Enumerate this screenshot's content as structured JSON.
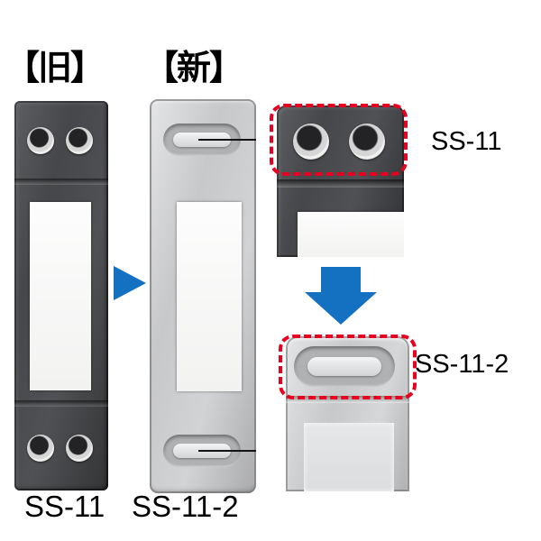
{
  "header": {
    "old_label": "【旧】",
    "new_label": "【新】"
  },
  "parts": {
    "old": {
      "name": "SS-11",
      "hole_type": "two round screw holes"
    },
    "new": {
      "name": "SS-11-2",
      "hole_type": "oval slotted hole"
    }
  },
  "callouts": {
    "old": "SS-11",
    "new": "SS-11-2"
  },
  "bottom_labels": {
    "old": "SS-11",
    "new": "SS-11-2"
  },
  "icons": {
    "right_arrow": "right-arrow",
    "down_arrow": "down-arrow"
  },
  "colors": {
    "background": "#ffffff",
    "text": "#000000",
    "arrow_blue": "#1470c0",
    "highlight_red": "#e8001e",
    "old_part": "#46474a",
    "new_part": "#c7c8ca"
  }
}
